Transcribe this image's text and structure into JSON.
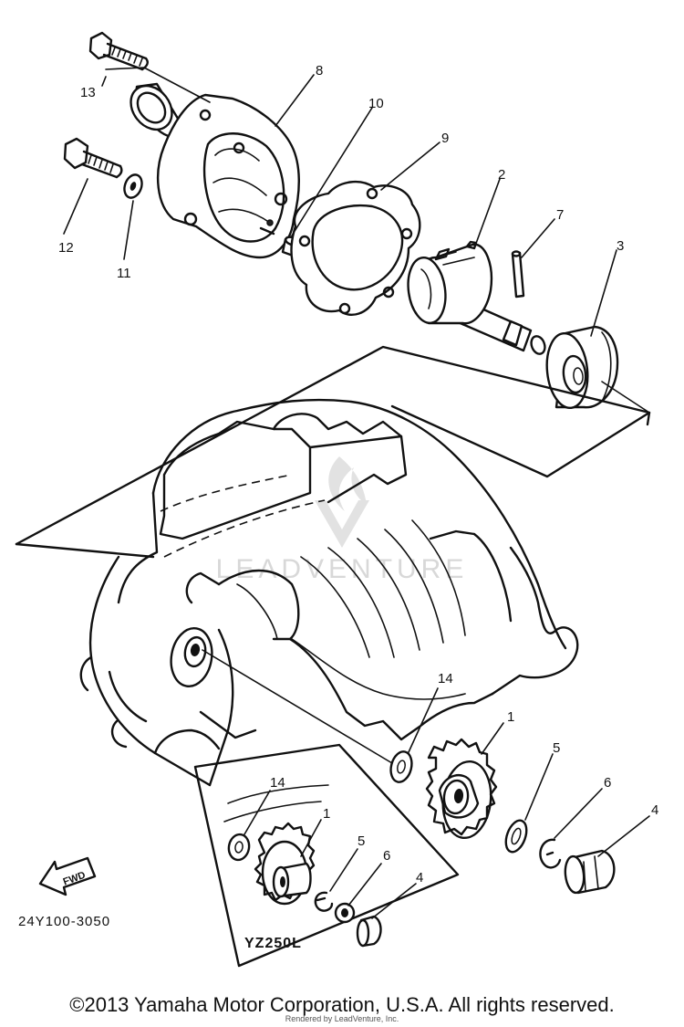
{
  "diagram": {
    "callouts": {
      "c13": "13",
      "c8": "8",
      "c10": "10",
      "c9": "9",
      "c2": "2",
      "c7": "7",
      "c3": "3",
      "c12": "12",
      "c11": "11",
      "c14": "14",
      "c1": "1",
      "c5": "5",
      "c6": "6",
      "c4": "4",
      "inset_14": "14",
      "inset_1": "1",
      "inset_5": "5",
      "inset_6": "6",
      "inset_4": "4"
    },
    "part_number": "24Y100-3050",
    "inset_model": "YZ250L",
    "fwd_label": "FWD",
    "watermark": "LEADVENTURE"
  },
  "footer": {
    "copyright": "©2013 Yamaha Motor Corporation, U.S.A. All rights reserved.",
    "rendered_by": "Rendered by LeadVenture, Inc."
  }
}
